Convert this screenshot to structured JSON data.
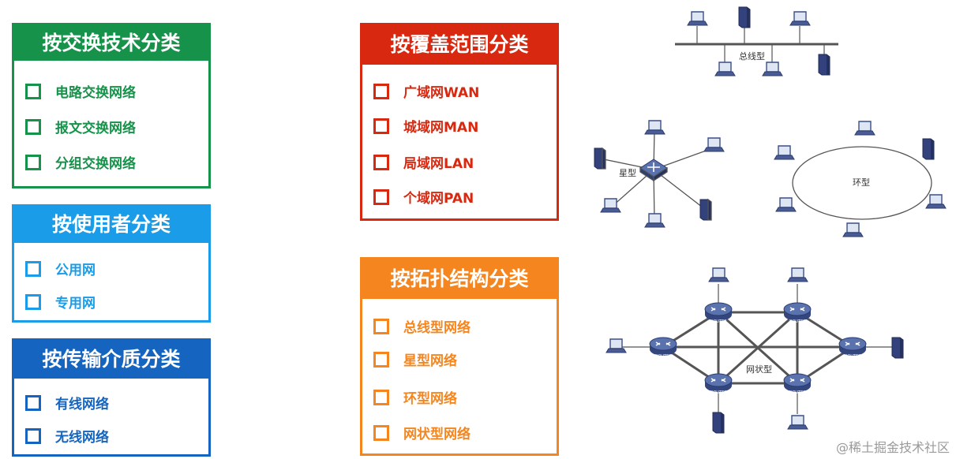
{
  "switching": {
    "title": "按交换技术分类",
    "items": [
      "电路交换网络",
      "报文交换网络",
      "分组交换网络"
    ]
  },
  "user": {
    "title": "按使用者分类",
    "items": [
      "公用网",
      "专用网"
    ]
  },
  "medium": {
    "title": "按传输介质分类",
    "items": [
      "有线网络",
      "无线网络"
    ]
  },
  "coverage": {
    "title": "按覆盖范围分类",
    "items": [
      "广域网WAN",
      "城域网MAN",
      "局域网LAN",
      "个域网PAN"
    ]
  },
  "topology": {
    "title": "按拓扑结构分类",
    "items": [
      "总线型网络",
      "星型网络",
      "环型网络",
      "网状型网络"
    ]
  },
  "diagram": {
    "bus_label": "总线型",
    "star_label": "星型",
    "ring_label": "环型",
    "mesh_label": "网状型",
    "router_caption": "ROUTER"
  },
  "watermark": "@稀土掘金技术社区",
  "colors": {
    "green": "#16924a",
    "light_blue": "#1a9ce8",
    "dark_blue": "#1565c0",
    "red": "#d8280f",
    "orange": "#f5861f"
  }
}
